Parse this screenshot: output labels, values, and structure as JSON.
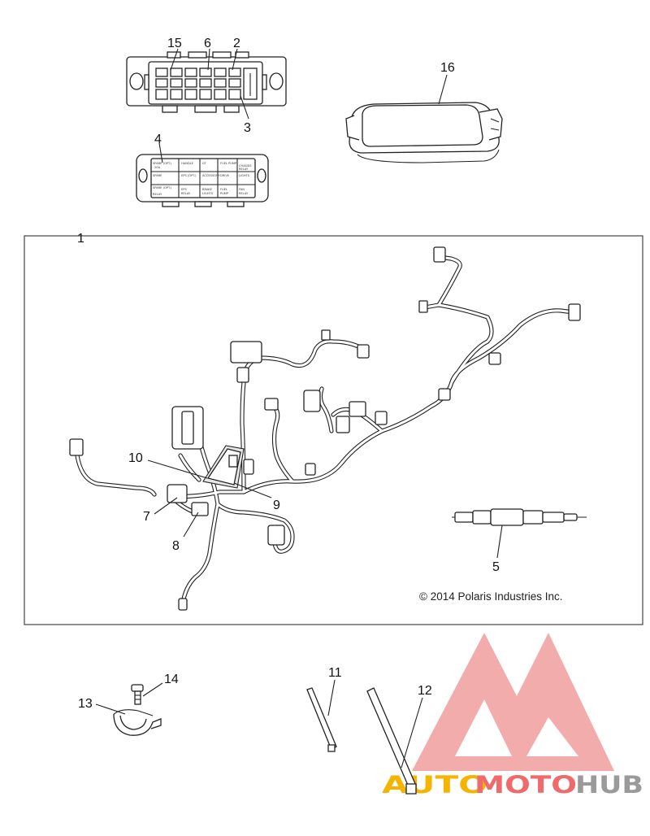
{
  "callouts": {
    "c1": "1",
    "c2": "2",
    "c3": "3",
    "c4": "4",
    "c5": "5",
    "c6": "6",
    "c7": "7",
    "c8": "8",
    "c9": "9",
    "c10": "10",
    "c11": "11",
    "c12": "12",
    "c13": "13",
    "c14": "14",
    "c15": "15",
    "c16": "16"
  },
  "copyright": "© 2014 Polaris Industries Inc.",
  "watermark": {
    "text_a": "AUTOMOTO",
    "text_b": "HUB",
    "colors": {
      "triangle": "#f2a3a3",
      "auto": "#f5b400",
      "moto": "#ef6a6a",
      "hub": "#9a9a9a"
    }
  },
  "colors": {
    "line": "#222222",
    "background": "#ffffff"
  }
}
